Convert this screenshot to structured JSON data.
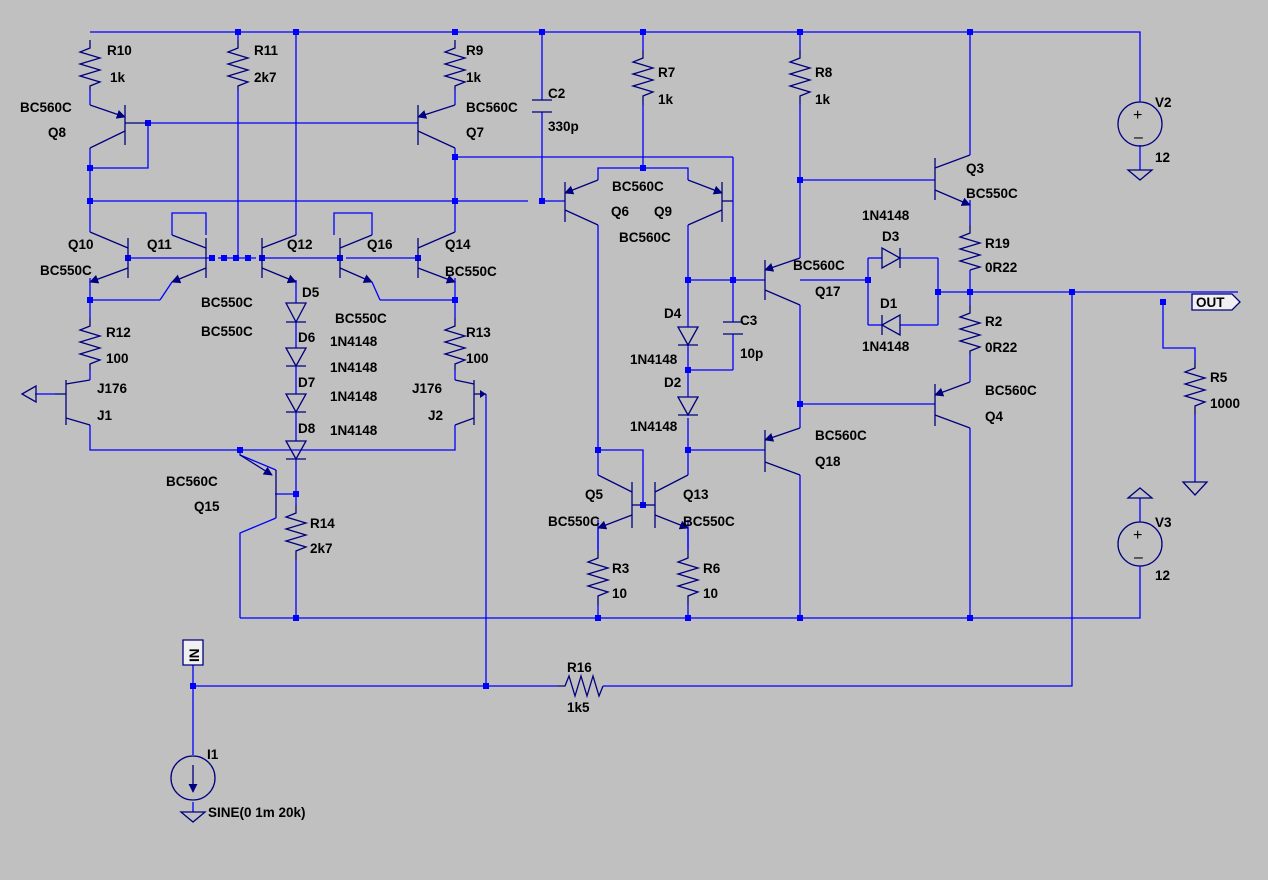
{
  "schematic": {
    "resistors": [
      {
        "ref": "R10",
        "value": "1k"
      },
      {
        "ref": "R11",
        "value": "2k7"
      },
      {
        "ref": "R9",
        "value": "1k"
      },
      {
        "ref": "R7",
        "value": "1k"
      },
      {
        "ref": "R8",
        "value": "1k"
      },
      {
        "ref": "R12",
        "value": "100"
      },
      {
        "ref": "R13",
        "value": "100"
      },
      {
        "ref": "R19",
        "value": "0R22"
      },
      {
        "ref": "R2",
        "value": "0R22"
      },
      {
        "ref": "R5",
        "value": "1000"
      },
      {
        "ref": "R14",
        "value": "2k7"
      },
      {
        "ref": "R3",
        "value": "10"
      },
      {
        "ref": "R6",
        "value": "10"
      },
      {
        "ref": "R16",
        "value": "1k5"
      }
    ],
    "capacitors": [
      {
        "ref": "C2",
        "value": "330p"
      },
      {
        "ref": "C3",
        "value": "10p"
      }
    ],
    "transistors": [
      {
        "ref": "Q8",
        "model": "BC560C"
      },
      {
        "ref": "Q7",
        "model": "BC560C"
      },
      {
        "ref": "Q6",
        "model": "BC560C"
      },
      {
        "ref": "Q9",
        "model": "BC560C"
      },
      {
        "ref": "Q3",
        "model": "BC550C"
      },
      {
        "ref": "Q10",
        "model": "BC550C"
      },
      {
        "ref": "Q11",
        "model": "BC550C"
      },
      {
        "ref": "Q12",
        "model": "BC550C"
      },
      {
        "ref": "Q16",
        "model": "BC550C"
      },
      {
        "ref": "Q14",
        "model": "BC550C"
      },
      {
        "ref": "Q17",
        "model": "BC560C"
      },
      {
        "ref": "Q4",
        "model": "BC560C"
      },
      {
        "ref": "Q18",
        "model": "BC560C"
      },
      {
        "ref": "Q15",
        "model": "BC560C"
      },
      {
        "ref": "Q5",
        "model": "BC550C"
      },
      {
        "ref": "Q13",
        "model": "BC550C"
      },
      {
        "ref": "J1",
        "model": "J176"
      },
      {
        "ref": "J2",
        "model": "J176"
      }
    ],
    "diodes": [
      {
        "ref": "D5",
        "model": "1N4148"
      },
      {
        "ref": "D6",
        "model": "1N4148"
      },
      {
        "ref": "D7",
        "model": "1N4148"
      },
      {
        "ref": "D8",
        "model": "1N4148"
      },
      {
        "ref": "D4",
        "model": "1N4148"
      },
      {
        "ref": "D2",
        "model": "1N4148"
      },
      {
        "ref": "D3",
        "model": "1N4148"
      },
      {
        "ref": "D1",
        "model": "1N4148"
      }
    ],
    "sources": [
      {
        "ref": "V2",
        "value": "12"
      },
      {
        "ref": "V3",
        "value": "12"
      },
      {
        "ref": "I1",
        "value": "SINE(0 1m 20k)"
      }
    ],
    "net_labels": {
      "output": "OUT",
      "input": "IN"
    },
    "colors": {
      "background": "#c0c0c0",
      "wire": "#0000ff",
      "component": "#000080"
    }
  }
}
